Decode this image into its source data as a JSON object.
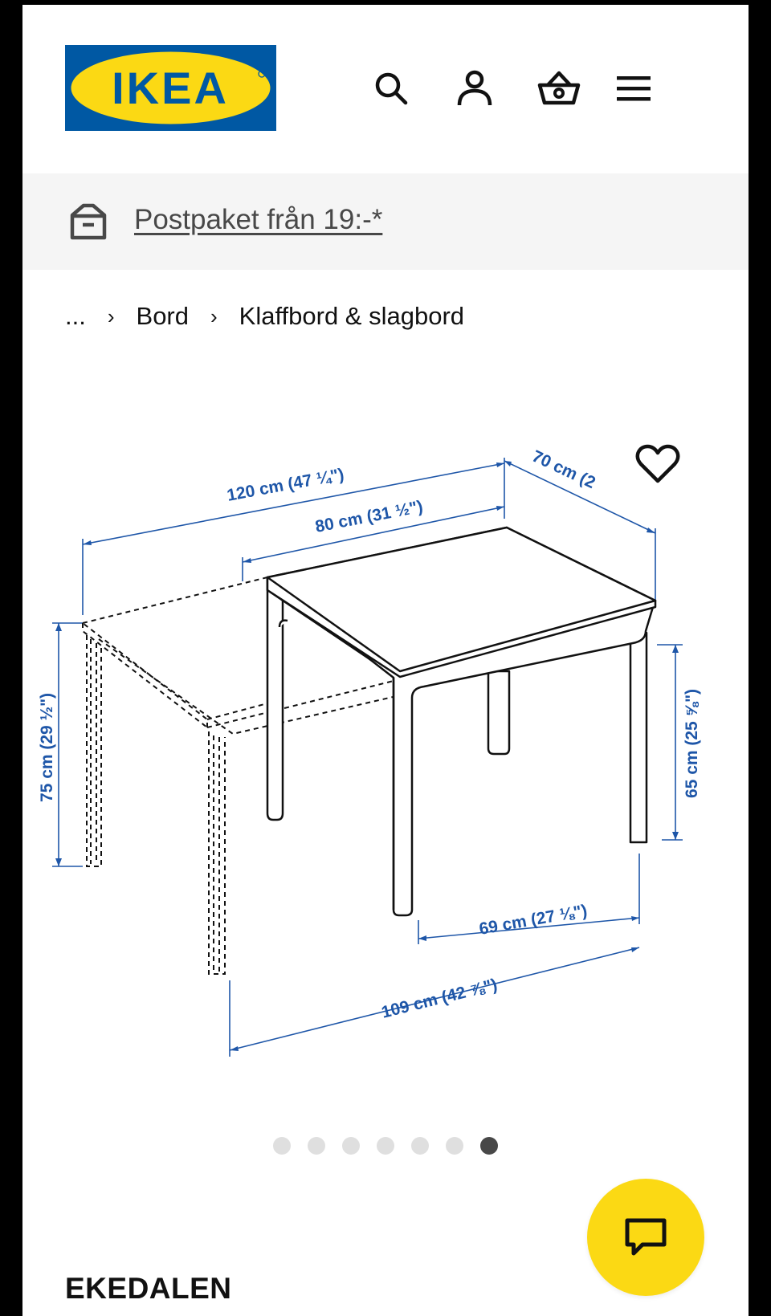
{
  "header": {
    "logo_text": "IKEA",
    "icons": [
      "search-icon",
      "user-icon",
      "basket-icon",
      "menu-icon"
    ]
  },
  "promo": {
    "icon": "parcel-icon",
    "text": "Postpaket från 19:-*"
  },
  "breadcrumb": {
    "ellipsis": "...",
    "items": [
      "Bord",
      "Klaffbord & slagbord"
    ]
  },
  "drawing": {
    "dimensions": {
      "extended_length": "120 cm (47 ¼\")",
      "top_length": "80 cm (31 ½\")",
      "depth": "70 cm (2",
      "height": "75 cm (29 ½\")",
      "underframe_height": "65 cm (25 ⅝\")",
      "leg_span_short": "69 cm (27 ⅛\")",
      "leg_span_long": "109 cm (42 ⅞\")"
    }
  },
  "carousel": {
    "total": 7,
    "active_index": 6
  },
  "product": {
    "name": "EKEDALEN"
  },
  "colors": {
    "ikea_blue": "#0058a3",
    "ikea_yellow": "#fbd914",
    "dimension_blue": "#1e56a8"
  }
}
